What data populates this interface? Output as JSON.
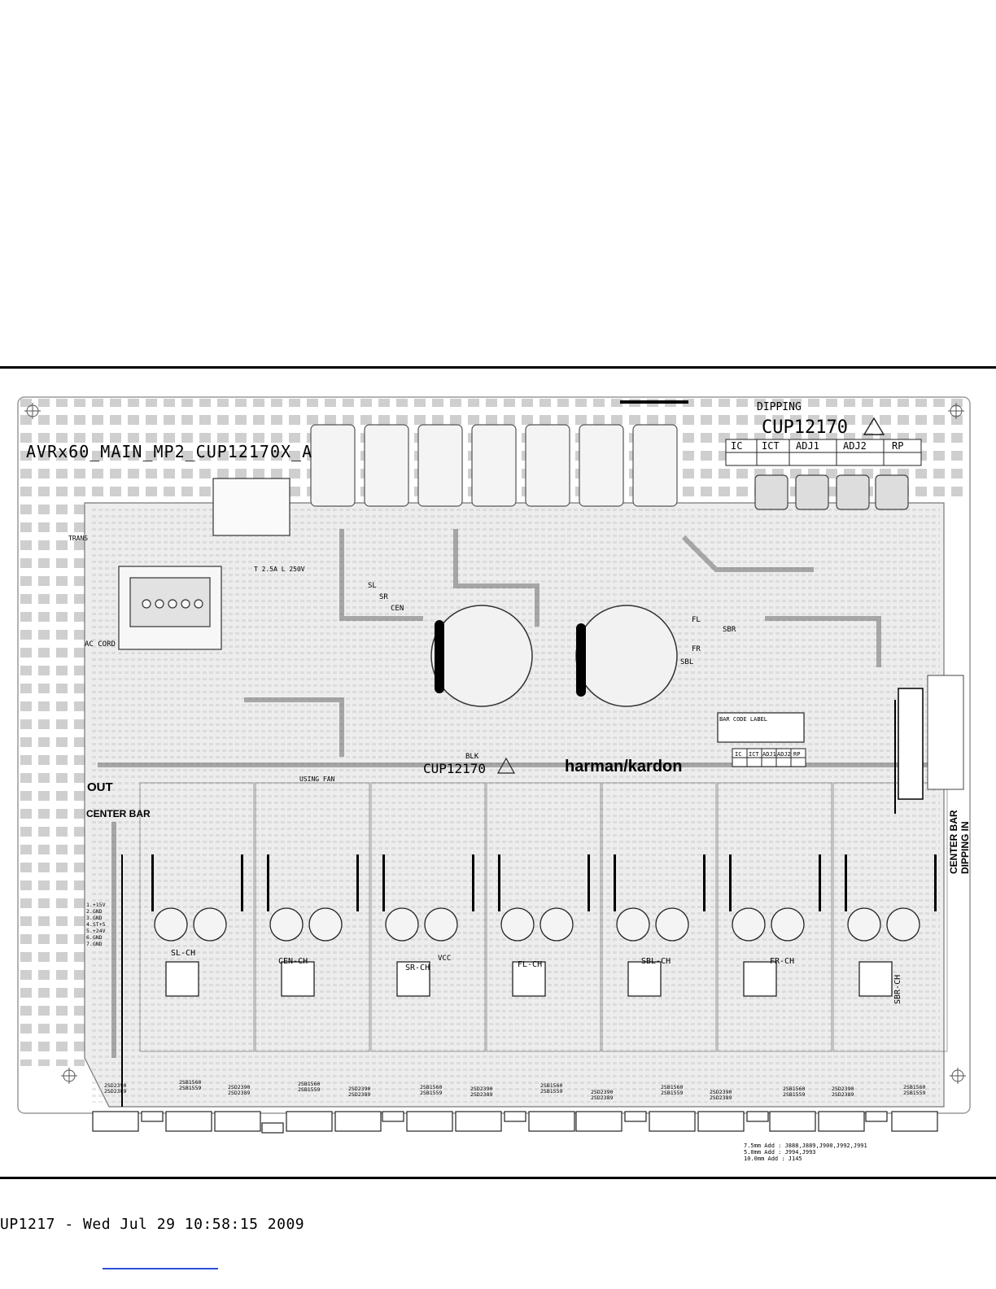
{
  "board": {
    "board_name": "AVRx60_MAIN_MP2_CUP12170X_A",
    "dipping_label": "DIPPING",
    "part_number": "CUP12170",
    "part_number_bottom": "CUP12170",
    "brand": "harman/kardon",
    "bar_code_label": "BAR CODE LABEL",
    "checkbox_headers": [
      "IC",
      "ICT",
      "ADJ1",
      "ADJ2",
      "RP"
    ],
    "small_checkbox_headers": [
      "IC",
      "ICT",
      "ADJ1",
      "ADJ2",
      "RP"
    ],
    "labels": {
      "trans": "TRANS",
      "ac_cord": "AC CORD",
      "out": "OUT",
      "center_bar_left": "CENTER BAR",
      "center_bar_right": "CENTER BAR",
      "dipping_in": "DIPPING IN",
      "using_fan": "USING FAN",
      "fuse": "T 2.5A L 250V",
      "blk": "BLK",
      "vcc": "VCC",
      "sl": "SL",
      "sr": "SR",
      "cen": "CEN",
      "fl": "FL",
      "fr": "FR",
      "sbl": "SBL",
      "sbr": "SBR"
    },
    "channels": [
      "SL-CH",
      "CEN-CH",
      "SR-CH",
      "FL-CH",
      "SBL-CH",
      "FR-CH",
      "SBR-CH"
    ],
    "transistor_codes": [
      [
        "2SD2390",
        "2SD2389"
      ],
      [
        "2SB1560",
        "2SB1559"
      ],
      [
        "2SD2390",
        "2SD2389"
      ],
      [
        "2SB1560",
        "2SB1559"
      ],
      [
        "2SD2390",
        "2SD2389"
      ],
      [
        "2SB1560",
        "2SB1559"
      ],
      [
        "2SD2390",
        "2SD2389"
      ],
      [
        "2SB1560",
        "2SB1559"
      ],
      [
        "2SD2390",
        "2SD2389"
      ],
      [
        "2SB1560",
        "2SB1559"
      ],
      [
        "2SD2390",
        "2SD2389"
      ],
      [
        "2SB1560",
        "2SB1559"
      ],
      [
        "2SD2390",
        "2SD2389"
      ],
      [
        "2SB1560",
        "2SB1559"
      ]
    ],
    "power_legend": [
      "1.+15V",
      "2.GND",
      "3.GND",
      "4.ST+5",
      "5.+24V",
      "6.GND",
      "7.GND"
    ],
    "jumper_notes": [
      "7.5mm Add : J888,J889,J900,J992,J991",
      "5.0mm Add : J994,J993",
      "10.0mm Add : J145"
    ]
  },
  "footer": {
    "text": "UP1217 - Wed Jul 29 10:58:15 2009"
  }
}
